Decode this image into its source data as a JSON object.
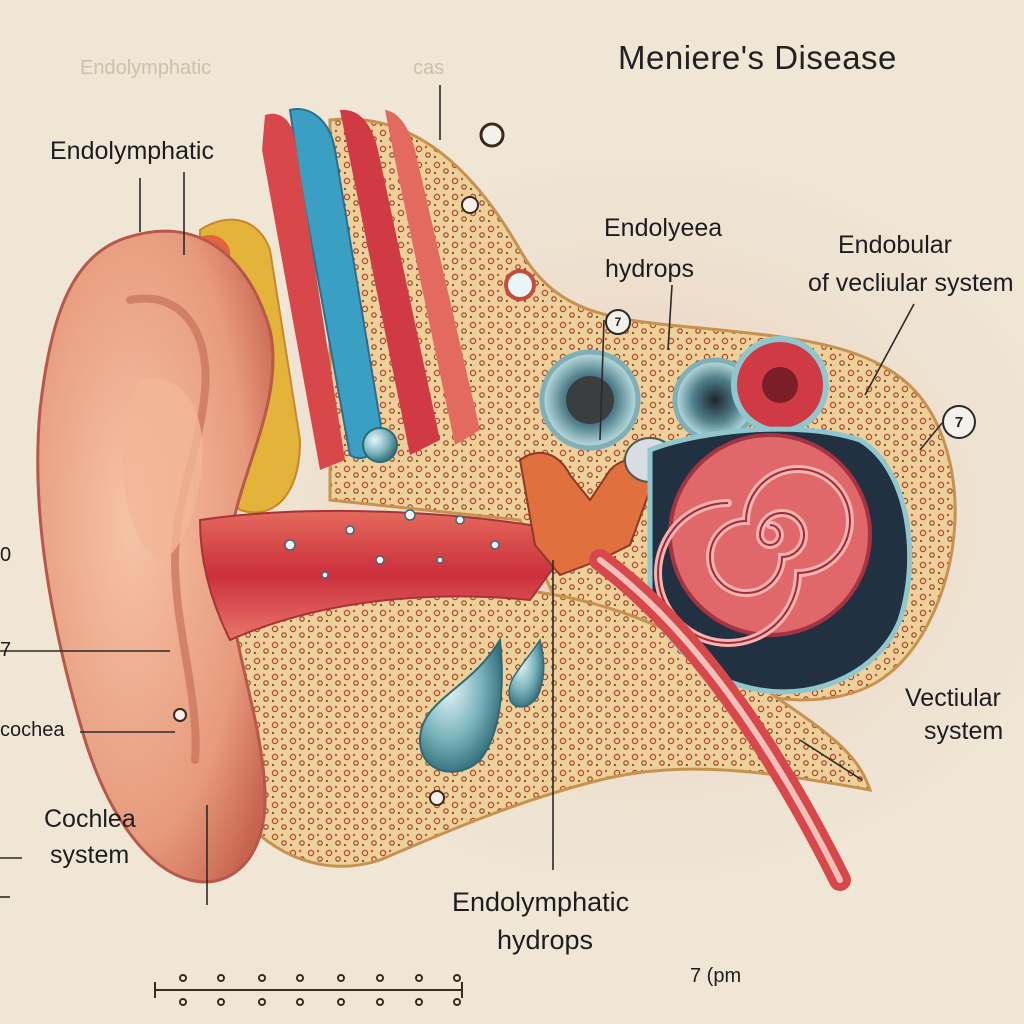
{
  "title": "Meniere's Disease",
  "labels": {
    "faint_top_left": "Endolymphatic",
    "faint_top_mid": "cas",
    "endolymphatic_top": "Endolymphatic",
    "endolyeea": "Endolyeea",
    "hydrops_upper": "hydrops",
    "endobular": "Endobular",
    "vecular_system": "of vecliular system",
    "badge_seven_right": "7",
    "badge_seven_mid": "7",
    "vectiular": "Vectiular",
    "system_right": "system",
    "left_zero": "0",
    "left_seven": "7",
    "cochea": "cochea",
    "cochlea": "Cochlea",
    "system_left": "system",
    "endolymphatic_bottom": "Endolymphatic",
    "hydrops_bottom": "hydrops",
    "scale_text": "7 (pm"
  },
  "colors": {
    "background": "#efe6d6",
    "bone": "#e9c98c",
    "skin": "#e59a7c",
    "canal_red": "#d8484b",
    "fluid_teal": "#8fc7cf",
    "nerve_yellow": "#e3b33a",
    "nerve_blue": "#3a9fc2",
    "cochlea_pink": "#e0676a"
  }
}
